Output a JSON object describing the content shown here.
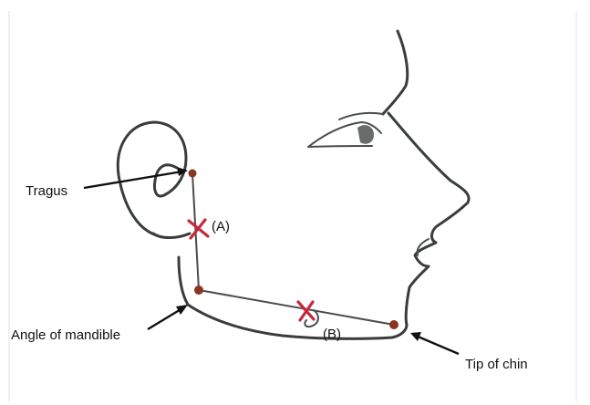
{
  "labels": {
    "tragus": "Tragus",
    "angle_of_mandible": "Angle of mandible",
    "tip_of_chin": "Tip of chin",
    "point_a": "(A)",
    "point_b": "(B)"
  },
  "colors": {
    "ink": "#3a3d3d",
    "landmark_dot": "#8a3520",
    "cross_mark": "#c8283c",
    "label_text": "#111111",
    "background": "#ffffff"
  }
}
